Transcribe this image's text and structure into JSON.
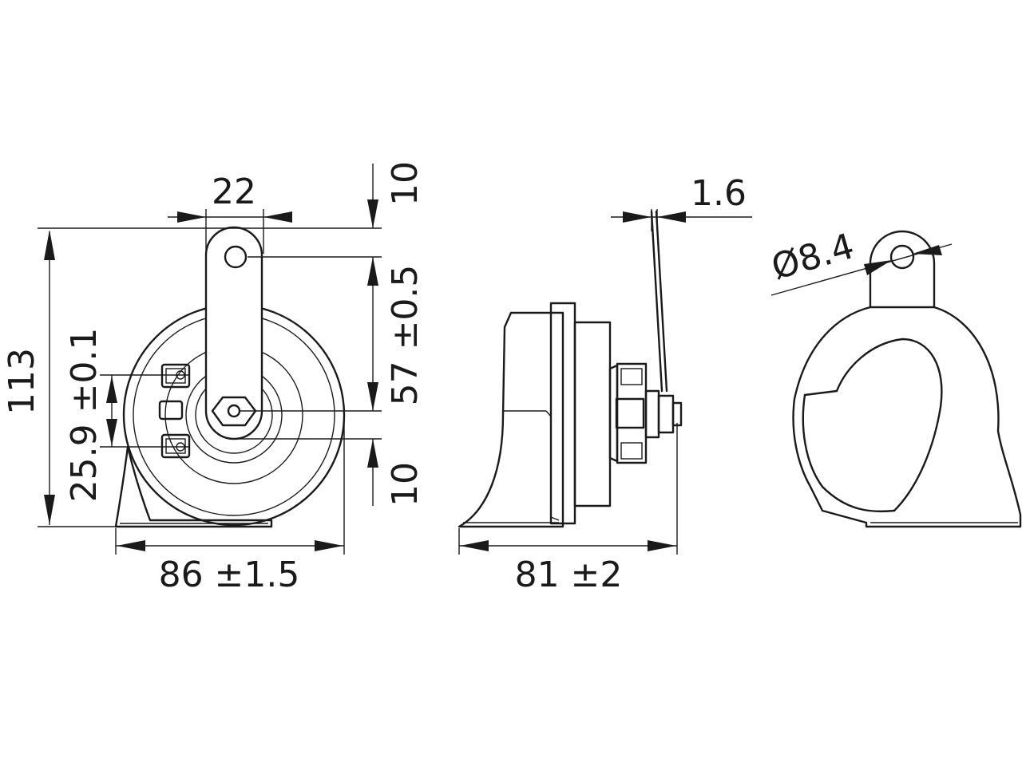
{
  "dimensions": {
    "width_bracket": "22",
    "top_offset": "10",
    "total_height": "113",
    "bracket_hole_spacing": "57 ±0.5",
    "terminal_spacing": "25.9 ±0.1",
    "bottom_offset": "10",
    "front_width": "86 ±1.5",
    "bracket_thickness": "1.6",
    "side_depth": "81 ±2",
    "hole_diameter": "Ø8.4"
  },
  "colors": {
    "line": "#1a1a1a",
    "background": "#ffffff"
  }
}
